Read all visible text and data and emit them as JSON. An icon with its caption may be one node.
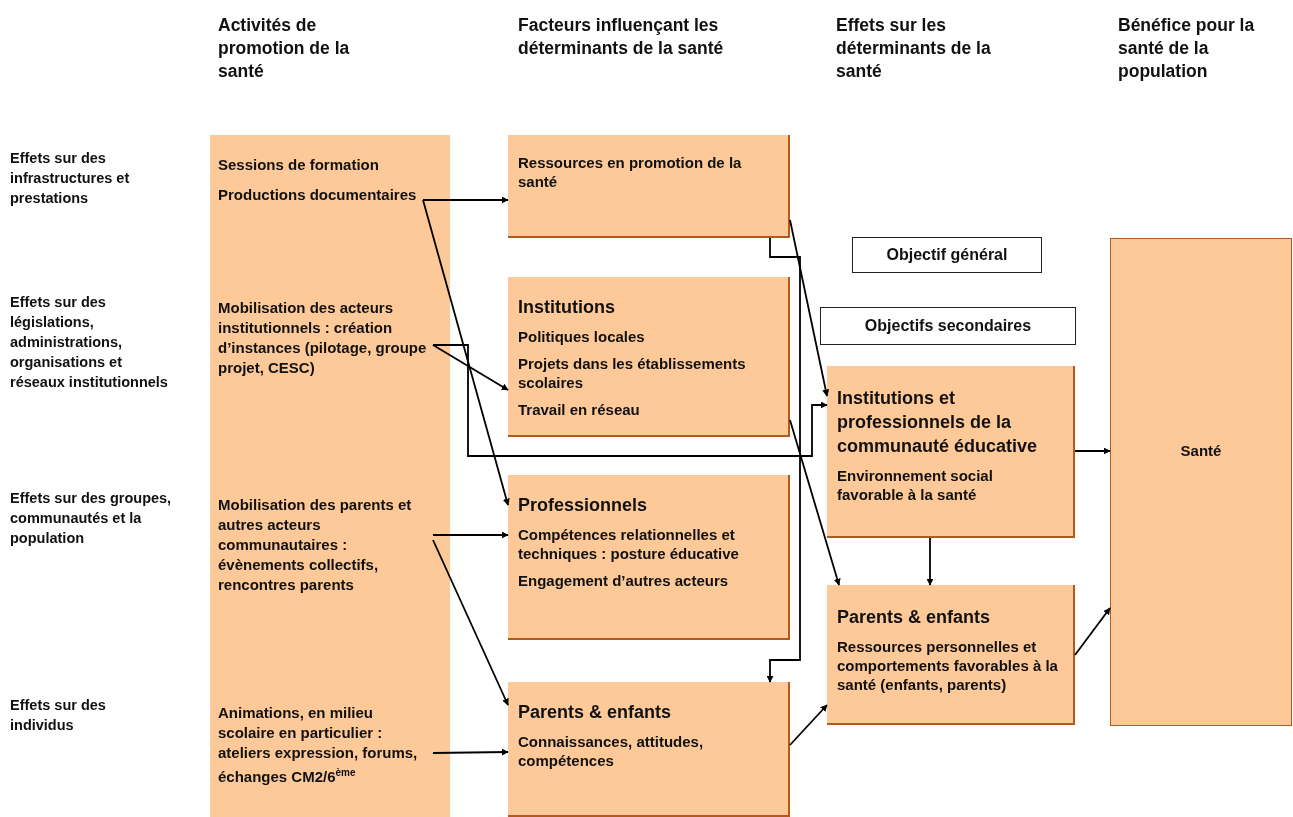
{
  "diagram": {
    "nodes": [
      {
        "text": [],
        "shape": "box"
      },
      {
        "text": [
          "Sessions de formation"
        ],
        "in": 0
      },
      {
        "text": [
          "Productions documentaires"
        ],
        "in": 0
      },
      {
        "text": [
          "Mobilisation des acteurs institutionnels : création d’instances (pilotage, groupe projet, CESC)"
        ],
        "in": 0
      },
      {
        "text": [
          "Mobilisation des parents et autres acteurs communautaires : évènements collectifs, rencontres parents"
        ],
        "in": 0
      },
      {
        "text": [
          "Animations, en milieu scolaire en particulier : ateliers expression, forums, échanges CM2/6$^{ème}$"
        ],
        "in": 0
      },
      {
        "text": [
          "Ressources en promotion de la santé"
        ]
      },
      {
        "text": [
          "Institutions",
          "Politiques locales",
          "Projets dans les établissements scolaires",
          "Travail en réseau"
        ]
      },
      {
        "text": [
          "Professionnels",
          "Compétences relationnelles et techniques : posture éducative",
          "Engagement d’autres acteurs"
        ]
      },
      {
        "text": [
          "Parents & enfants",
          "Connaissances, attitudes, compétences"
        ]
      },
      {
        "text": [
          "Objectif général"
        ]
      },
      {
        "text": [
          "Objectifs secondaires"
        ]
      },
      {
        "text": [
          "Institutions et professionnels de la communauté éducative",
          "Environnement social favorable à la santé"
        ]
      },
      {
        "text": [
          "Parents & enfants",
          "Ressources personnelles et comportements favorables à la santé (enfants, parents)"
        ]
      },
      {
        "text": [
          "Santé"
        ]
      }
    ],
    "edges": [
      {
        "from": 2,
        "to": 6,
        "arrow": "to"
      },
      {
        "from": 2,
        "to": 8,
        "arrow": "to"
      },
      {
        "from": 3,
        "to": 7,
        "arrow": "to"
      },
      {
        "from": 3,
        "to": 12,
        "arrow": "to"
      },
      {
        "from": 4,
        "to": 8,
        "arrow": "to"
      },
      {
        "from": 4,
        "to": 9,
        "arrow": "to"
      },
      {
        "from": 5,
        "to": 9,
        "arrow": "to"
      },
      {
        "from": 6,
        "to": 12,
        "arrow": "to"
      },
      {
        "from": 6,
        "to": 9,
        "arrow": "to"
      },
      {
        "from": 7,
        "to": 13,
        "arrow": "to"
      },
      {
        "from": 9,
        "to": 13,
        "arrow": "to"
      },
      {
        "from": 12,
        "to": 13,
        "arrow": "to"
      },
      {
        "from": 12,
        "to": 14,
        "arrow": "to"
      },
      {
        "from": 13,
        "to": 14,
        "arrow": "to"
      }
    ],
    "labels": [
      "Activités de promotion de la santé",
      "Facteurs influençant les déterminants de la santé",
      "Effets sur les déterminants de la santé",
      "Bénéfice pour la santé de la population",
      "Effets sur des infrastructures et prestations",
      "Effets sur des législations, administrations, organisations et réseaux institutionnels",
      "Effets sur des groupes, communautés et la population",
      "Effets sur des individus"
    ]
  }
}
